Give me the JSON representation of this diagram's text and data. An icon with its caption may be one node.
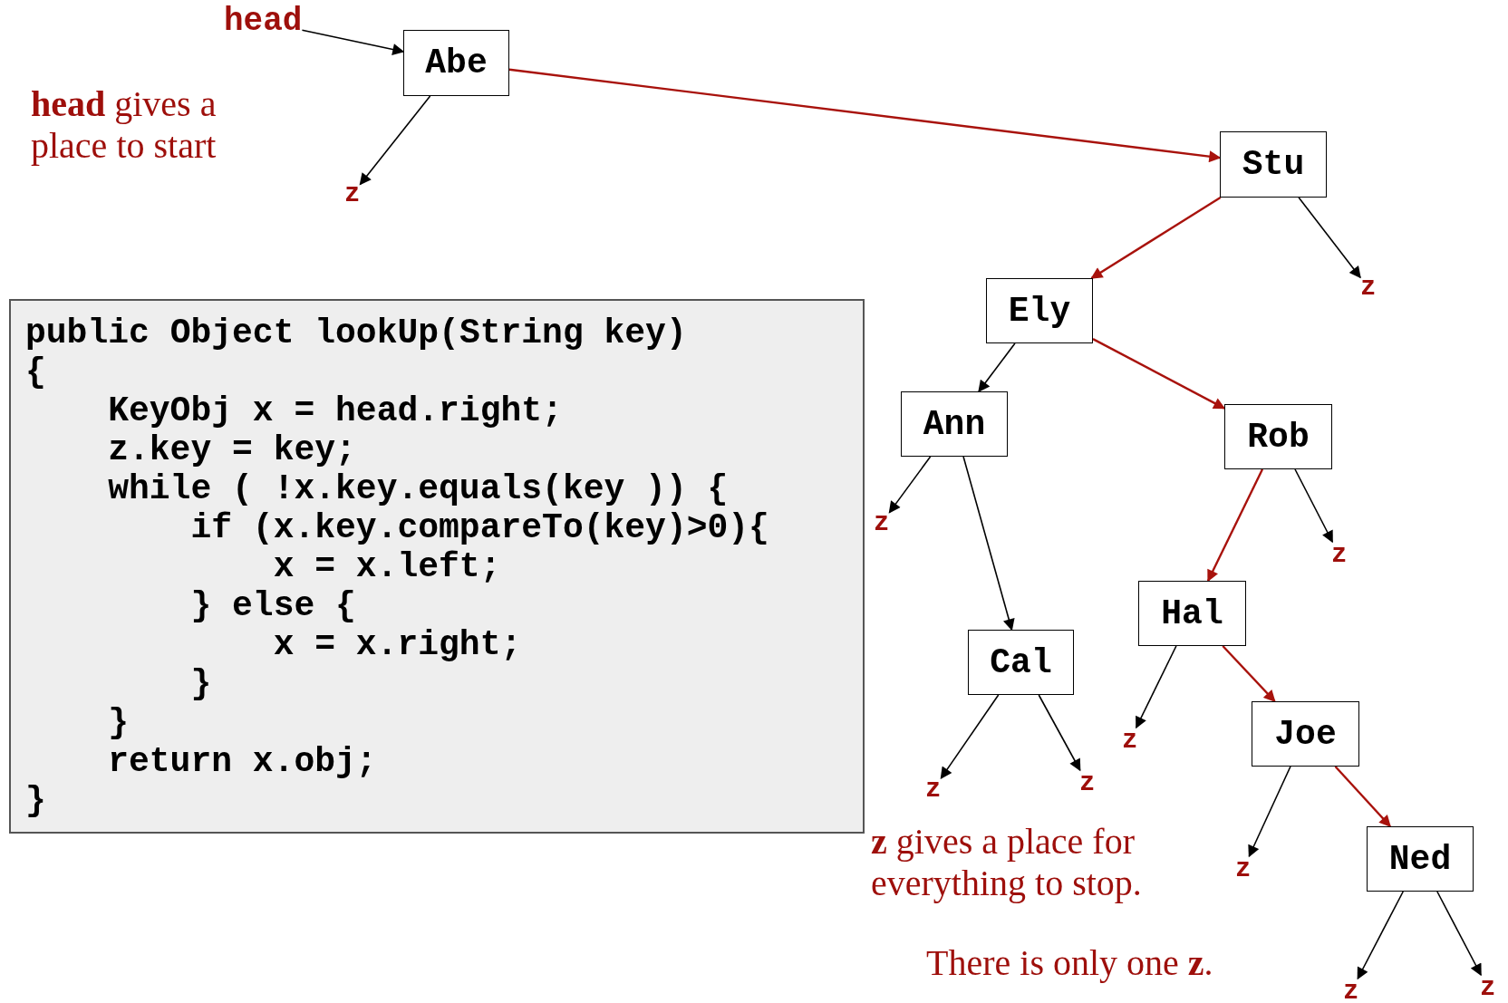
{
  "diagram": {
    "nodes": [
      {
        "text": [
          "head"
        ]
      },
      {
        "text": [
          "Abe"
        ]
      },
      {
        "text": [
          "z"
        ]
      },
      {
        "text": [
          "Stu"
        ]
      },
      {
        "text": [
          "Ely"
        ]
      },
      {
        "text": [
          "z"
        ]
      },
      {
        "text": [
          "public Object lookUp(String key)",
          "{",
          "KeyObj x = head.right;",
          "z.key = key;",
          "while ( !x.key.equals(key )) {",
          "if (x.key.compareTo(key)>0){",
          "x = x.left;",
          "} else {",
          "x = x.right;",
          "}",
          "}",
          "return x.obj;",
          "}"
        ]
      },
      {
        "text": [
          "Ann"
        ]
      },
      {
        "text": [
          "Rob"
        ]
      },
      {
        "text": [
          "z"
        ]
      },
      {
        "text": [
          "z"
        ]
      },
      {
        "text": [
          "Hal"
        ]
      },
      {
        "text": [
          "Cal"
        ]
      },
      {
        "text": [
          "Joe"
        ]
      },
      {
        "text": [
          "z"
        ]
      },
      {
        "text": [
          "z"
        ]
      },
      {
        "text": [
          "z"
        ]
      },
      {
        "text": [
          "Ned"
        ]
      },
      {
        "text": [
          "z"
        ]
      },
      {
        "text": [
          "z"
        ]
      },
      {
        "text": [
          "z"
        ]
      }
    ],
    "edges": [
      {
        "from": 0,
        "to": 1,
        "arrow": "to"
      },
      {
        "from": 1,
        "to": 2,
        "arrow": "to"
      },
      {
        "from": 1,
        "to": 3,
        "arrow": "to",
        "color": "#a8120c"
      },
      {
        "from": 3,
        "to": 4,
        "arrow": "to",
        "color": "#a8120c"
      },
      {
        "from": 3,
        "to": 5,
        "arrow": "to"
      },
      {
        "from": 4,
        "to": 7,
        "arrow": "to"
      },
      {
        "from": 4,
        "to": 8,
        "arrow": "to",
        "color": "#a8120c"
      },
      {
        "from": 7,
        "to": 10,
        "arrow": "to"
      },
      {
        "from": 7,
        "to": 12,
        "arrow": "to"
      },
      {
        "from": 8,
        "to": 11,
        "arrow": "to",
        "color": "#a8120c"
      },
      {
        "from": 8,
        "to": 9,
        "arrow": "to"
      },
      {
        "from": 11,
        "to": 14,
        "arrow": "to"
      },
      {
        "from": 11,
        "to": 13,
        "arrow": "to",
        "color": "#a8120c"
      },
      {
        "from": 12,
        "to": 15,
        "arrow": "to"
      },
      {
        "from": 12,
        "to": 16,
        "arrow": "to"
      },
      {
        "from": 13,
        "to": 18,
        "arrow": "to"
      },
      {
        "from": 13,
        "to": 17,
        "arrow": "to",
        "color": "#a8120c"
      },
      {
        "from": 17,
        "to": 19,
        "arrow": "to"
      },
      {
        "from": 17,
        "to": 20,
        "arrow": "to"
      }
    ],
    "labels": [
      "**head** gives a place to start",
      "**z** gives a place for everything to stop.",
      "There is only one **z**."
    ]
  }
}
